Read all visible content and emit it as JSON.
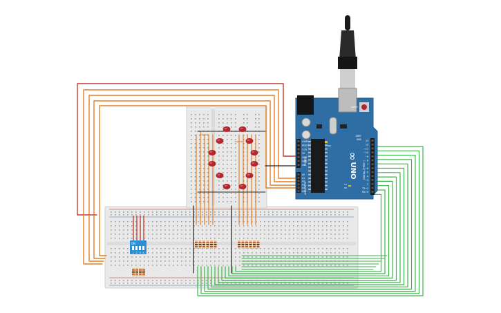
{
  "arduino": {
    "brand": "UNO",
    "logo": "∞",
    "reset_label": "RESET",
    "aref_label": "AREF",
    "gnd_label": "GND",
    "on_label": "ON",
    "tx_label": "TX",
    "rx_label": "RX",
    "digital_label": "DIGITAL (PWM~)",
    "power_label": "POWER",
    "analog_label": "ANALOG IN",
    "digital_pins": [
      "13",
      "12",
      "~11",
      "~10",
      "~9",
      "8",
      "7",
      "~6",
      "~5",
      "4",
      "~3",
      "2",
      "TX→1",
      "RX←0"
    ],
    "power_pins": [
      "IOREF",
      "RESET",
      "3.3V",
      "5V",
      "GND",
      "GND",
      "Vin"
    ],
    "analog_pins": [
      "A0",
      "A1",
      "A2",
      "A3",
      "A4",
      "A5"
    ]
  },
  "dip_switch": {
    "on_label": "ON",
    "positions": [
      "1",
      "2",
      "3",
      "4"
    ]
  },
  "colors": {
    "wire_red": "#c0392b",
    "wire_orange": "#e67e22",
    "wire_green": "#3ab54a",
    "wire_black": "#222222",
    "board_blue": "#2f6ea5",
    "led_red": "#b3262d",
    "breadboard": "#e9e9e9",
    "dip_blue": "#2a8fd6"
  },
  "icons": {
    "usb_cable": "usb-cable-icon",
    "power_jack": "power-jack-icon",
    "reset_button": "reset-button-icon"
  }
}
